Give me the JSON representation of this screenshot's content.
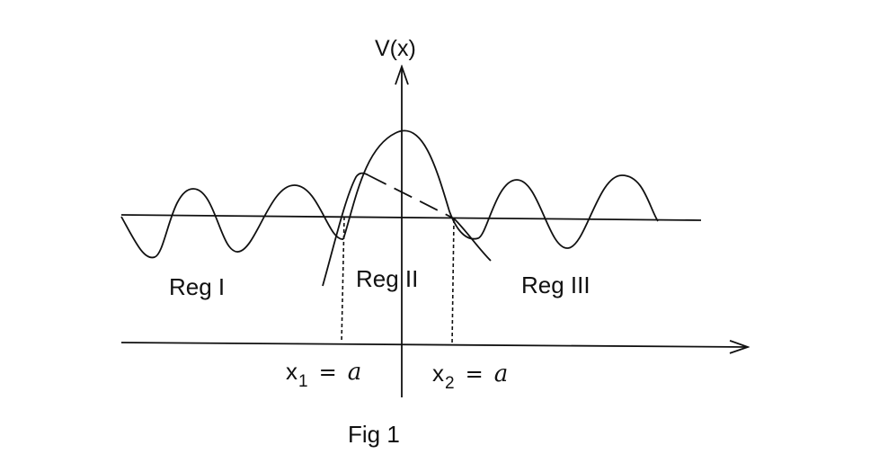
{
  "diagram": {
    "y_axis_label": "V(x)",
    "regions": [
      "Reg I",
      "Reg II",
      "Reg III"
    ],
    "turning_points": [
      {
        "var": "x",
        "sub": "1",
        "op": "=",
        "value": "a"
      },
      {
        "var": "x",
        "sub": "2",
        "op": "=",
        "value": "a"
      }
    ],
    "caption": "Fig 1"
  },
  "colors": {
    "stroke": "#111111",
    "background": "#ffffff"
  }
}
